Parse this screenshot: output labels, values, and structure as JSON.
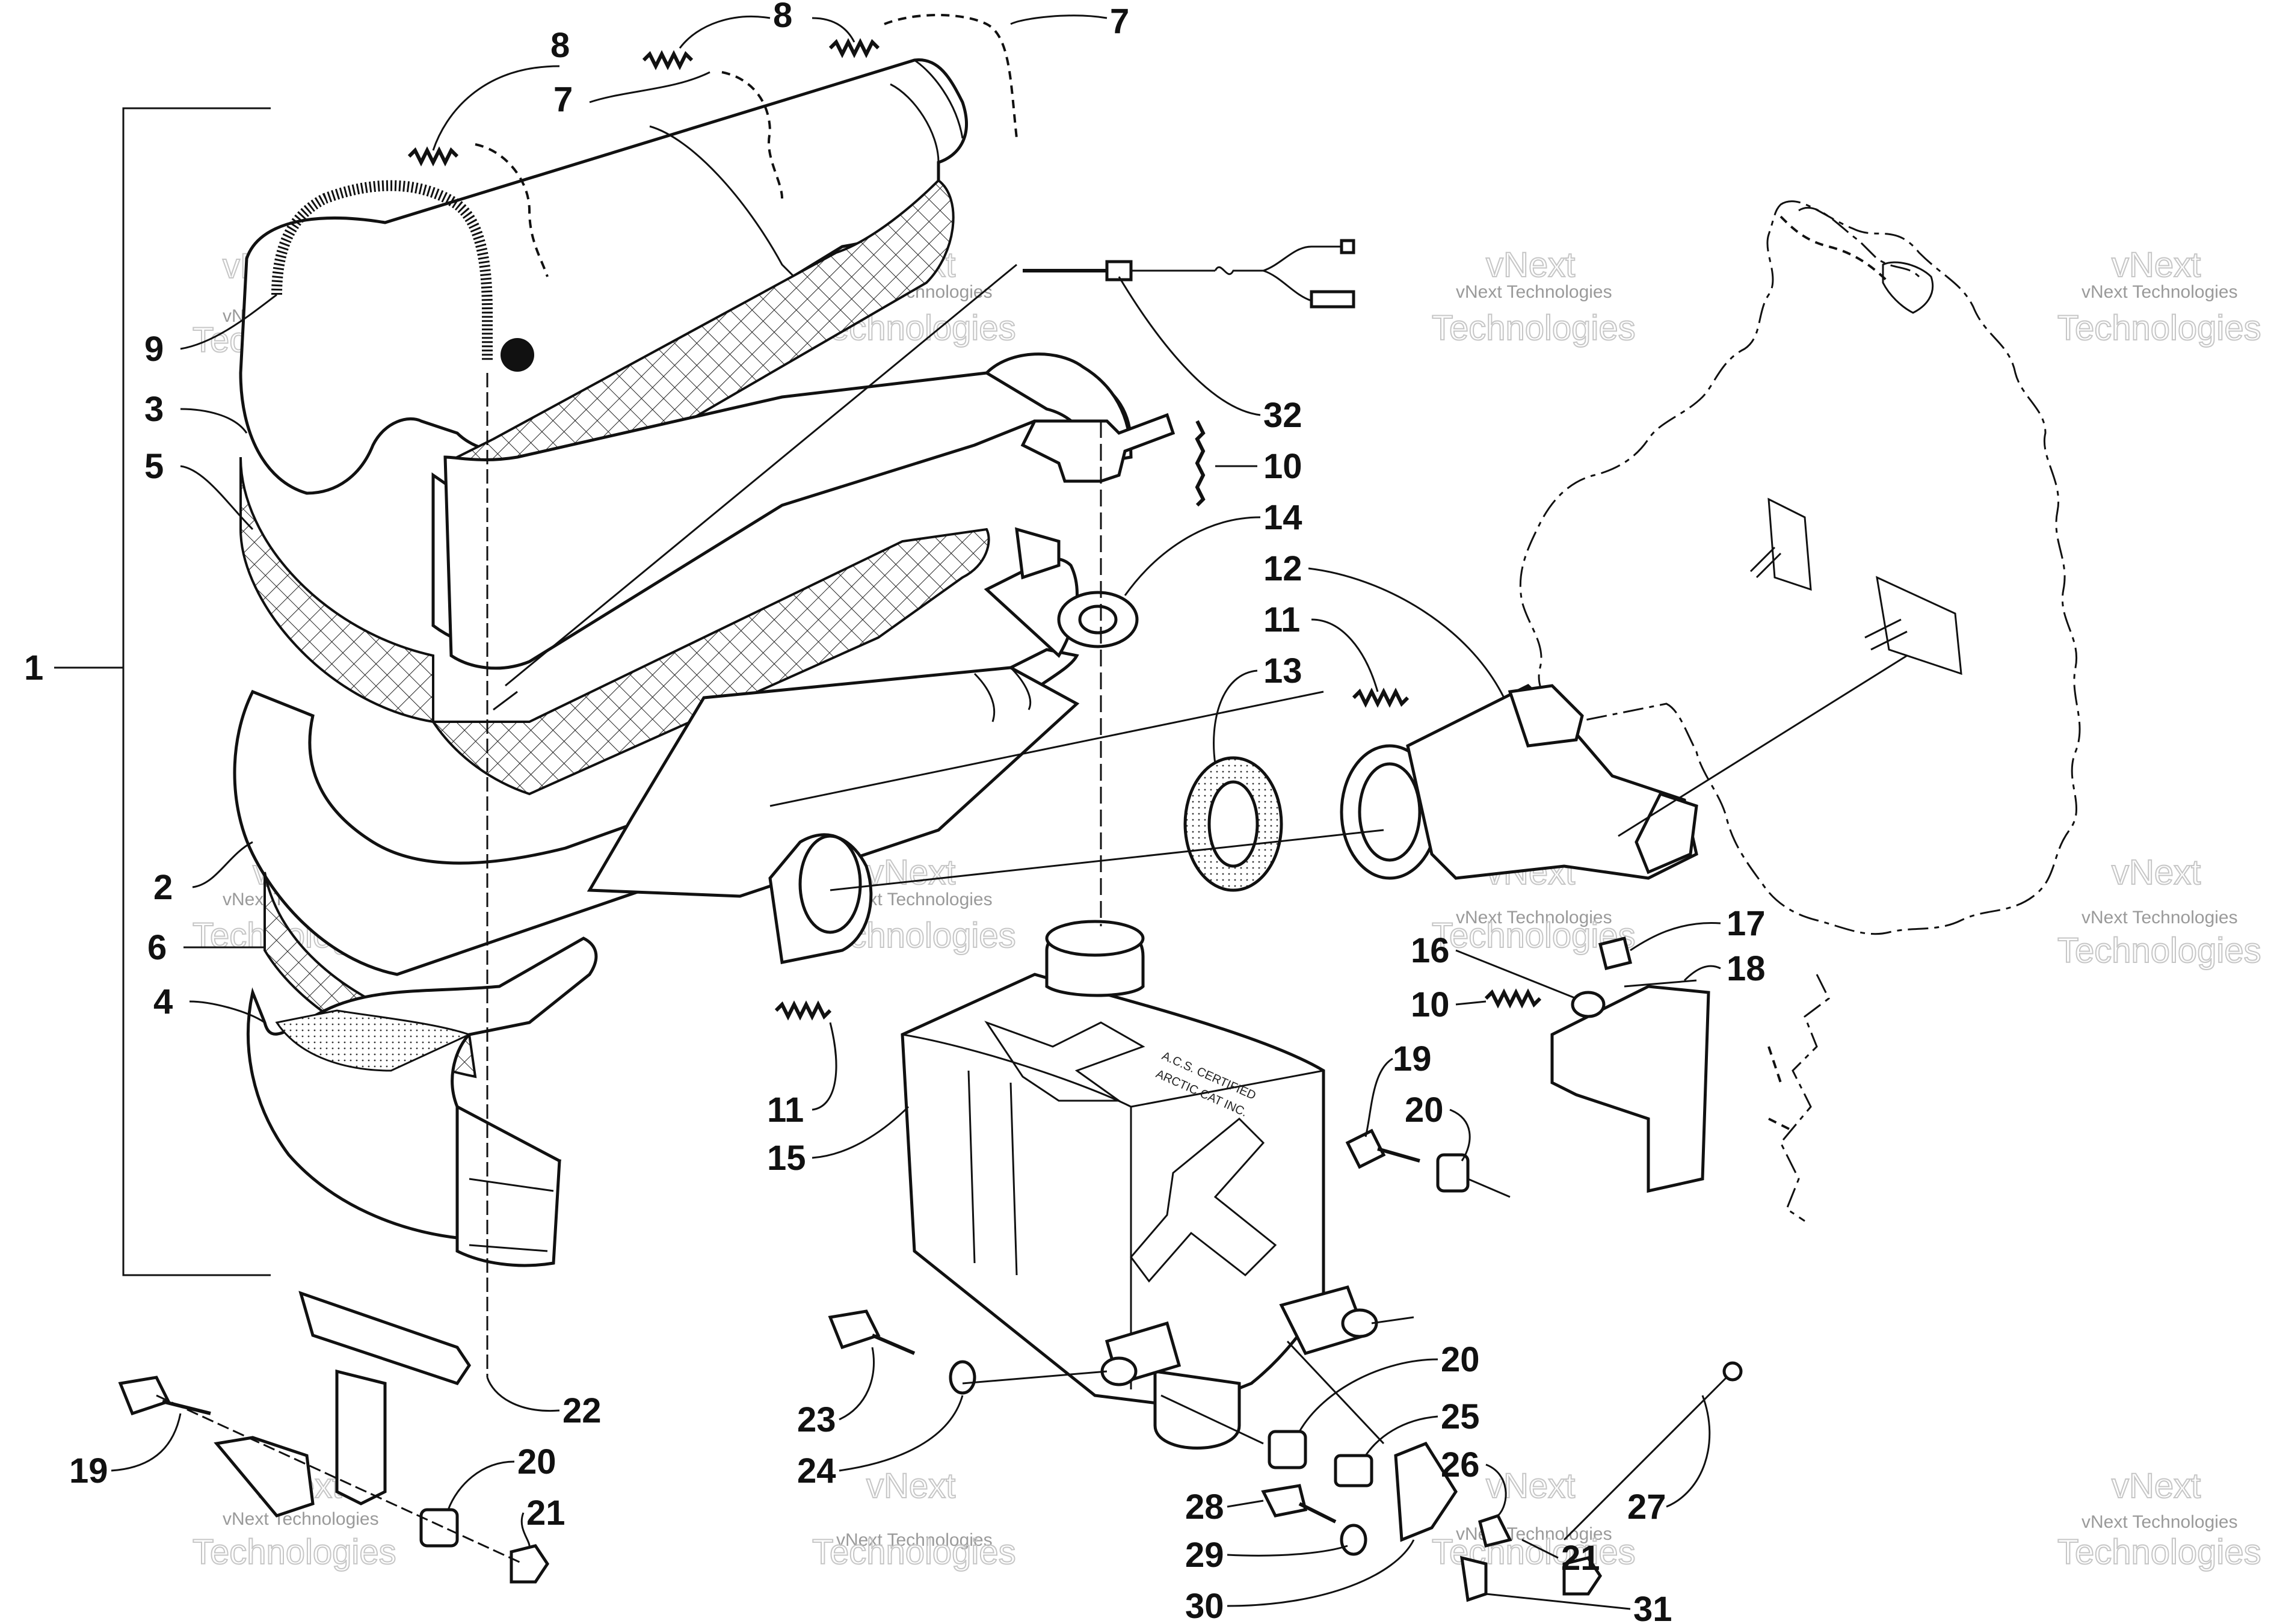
{
  "watermark": {
    "small": "vNext Technologies",
    "large": "Technologies",
    "large_top": "vNext"
  },
  "tank_stamp": {
    "line1": "A.C.S. CERTIFIED",
    "line2": "ARCTIC CAT INC."
  },
  "callouts": [
    "1",
    "2",
    "3",
    "4",
    "5",
    "6",
    "7",
    "8",
    "9",
    "10",
    "11",
    "12",
    "13",
    "14",
    "15",
    "16",
    "17",
    "18",
    "19",
    "20",
    "21",
    "22",
    "23",
    "24",
    "25",
    "26",
    "27",
    "28",
    "29",
    "30",
    "31",
    "32"
  ]
}
